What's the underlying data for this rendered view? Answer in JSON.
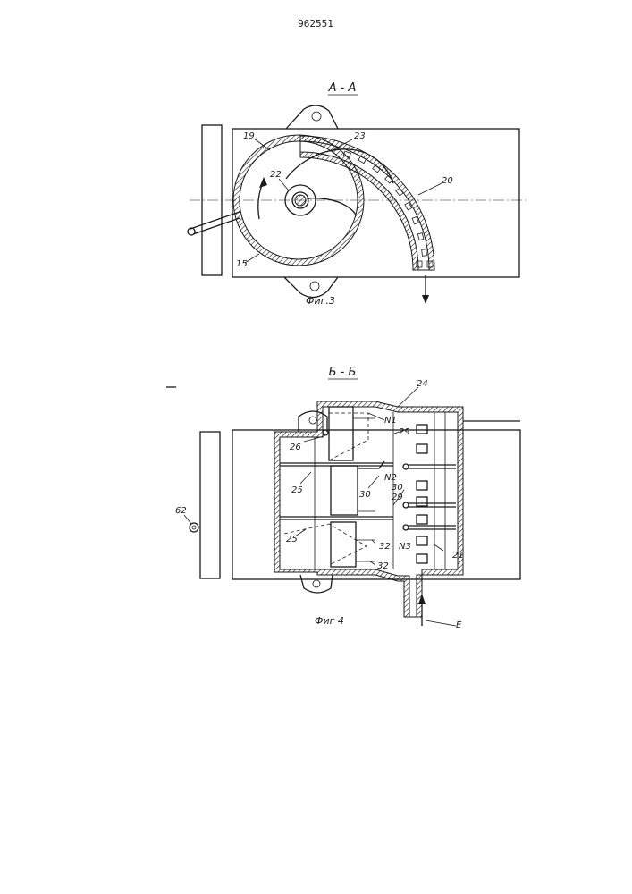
{
  "document": {
    "number": "962551"
  },
  "figure3": {
    "section_label": "А - А",
    "caption": "Фиг.3",
    "labels": {
      "l19": "19",
      "l23": "23",
      "l22": "22",
      "l20": "20",
      "l15": "15"
    }
  },
  "figure4": {
    "section_label": "Б - Б",
    "caption": "Фиг 4",
    "labels": {
      "l24": "24",
      "l26": "26",
      "lN1": "N1",
      "l29a": "29",
      "l25a": "25",
      "l30a": "30",
      "lN2": "N2",
      "l30b": "30",
      "l29b": "29",
      "l62": "62",
      "l25b": "25",
      "l32a": "32",
      "lN3": "N3",
      "l21": "21",
      "l32b": "32",
      "lE": "E"
    }
  }
}
